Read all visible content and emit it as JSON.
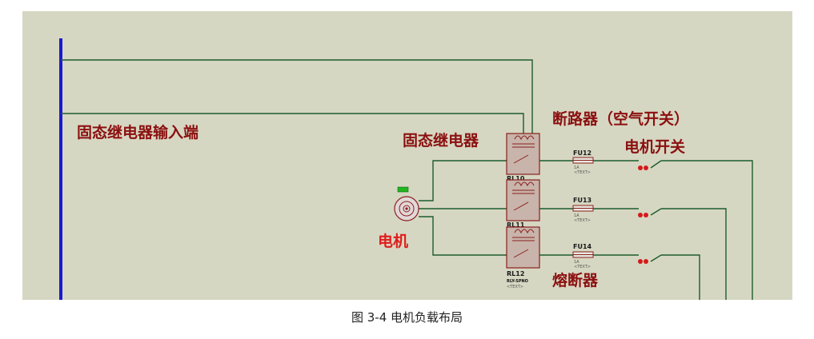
{
  "diagram": {
    "labels": {
      "ssr_input": "固态继电器输入端",
      "ssr": "固态继电器",
      "breaker": "断路器（空气开关）",
      "motor_switch": "电机开关",
      "motor": "电机",
      "fuse": "熔断器"
    },
    "relays": [
      {
        "ref": "RL10"
      },
      {
        "ref": "RL11"
      },
      {
        "ref": "RL12",
        "type": "RLY-SPNO",
        "text": "<TEXT>"
      }
    ],
    "fuses": [
      {
        "ref": "FU12",
        "value": "1A",
        "text": "<TEXT>"
      },
      {
        "ref": "FU13",
        "value": "1A",
        "text": "<TEXT>"
      },
      {
        "ref": "FU14",
        "value": "1A",
        "text": "<TEXT>"
      }
    ],
    "colors": {
      "background": "#d6d7c2",
      "wire": "#1c5c2c",
      "bus": "#1a1ad0",
      "component": "#8a1f1f",
      "label": "#8b1010",
      "motor_label": "#e01c1c",
      "indicator": "#d41a1a"
    }
  },
  "caption": "图 3-4 电机负载布局"
}
